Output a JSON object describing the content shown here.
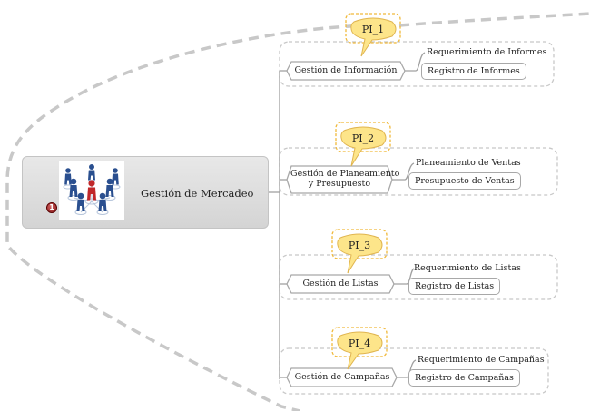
{
  "central": {
    "label": "Gestión de Mercadeo",
    "image": "people-network-icon",
    "marker": "priority-1-icon",
    "marker_text": "1"
  },
  "branches": [
    {
      "callout": "PI_1",
      "topic": "Gestión de Información",
      "subtopics": [
        "Requerimiento de Informes",
        "Registro de Informes"
      ]
    },
    {
      "callout": "PI_2",
      "topic_lines": [
        "Gestión de Planeamiento",
        "y Presupuesto"
      ],
      "subtopics": [
        "Planeamiento de Ventas",
        "Presupuesto de Ventas"
      ]
    },
    {
      "callout": "PI_3",
      "topic": "Gestión de Listas",
      "subtopics": [
        "Requerimiento de Listas",
        "Registro de Listas"
      ]
    },
    {
      "callout": "PI_4",
      "topic": "Gestión de Campañas",
      "subtopics": [
        "Requerimiento de Campañas",
        "Registro de Campañas"
      ]
    }
  ],
  "colors": {
    "callout_fill": "#fde58a",
    "callout_border": "#f0b93a",
    "dashed_outline": "#c8c8c8",
    "connector": "#9a9a9a",
    "figure_blue": "#2a4f8f",
    "figure_red": "#c0282a"
  }
}
